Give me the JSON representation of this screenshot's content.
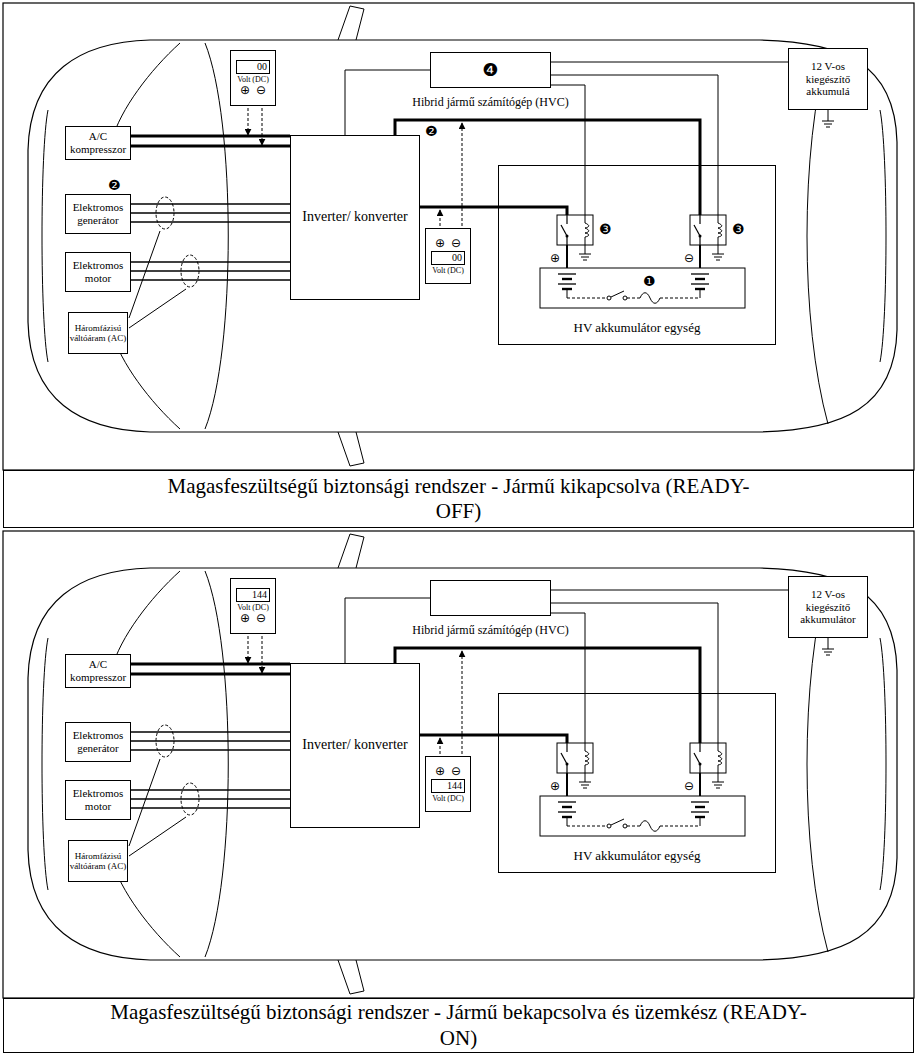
{
  "diagram": {
    "nodes": [
      {
        "text": [
          "❹",
          "Hibrid jármű számítógép (HVC)"
        ]
      },
      {
        "text": [
          "12 V-os kiegészítő akkumulá"
        ]
      },
      {
        "text": [
          "00",
          "Volt (DC)",
          "⊕",
          "⊖"
        ]
      },
      {
        "text": [
          "A/C kompresszor"
        ]
      },
      {
        "text": [
          "Elektromos generátor"
        ]
      },
      {
        "text": [
          "Elektromos motor"
        ]
      },
      {
        "text": [
          "Inverter/ konverter"
        ]
      },
      {
        "text": [
          "⊕",
          "⊖",
          "00",
          "Volt (DC)"
        ]
      },
      {
        "text": [
          "Háromfázisú váltóáram (AC)"
        ]
      },
      {
        "text": [
          "HV akkumulátor egység"
        ]
      },
      {
        "text": [
          "Magasfeszültségű biztonsági rendszer - Jármű kikapcsolva (READY-OFF)"
        ]
      },
      {
        "text": [
          "Hibrid jármű számítógép (HVC)"
        ]
      },
      {
        "text": [
          "12 V-os kiegészítő akkumulátor"
        ]
      },
      {
        "text": [
          "144",
          "Volt (DC)",
          "⊕",
          "⊖"
        ]
      },
      {
        "text": [
          "A/C kompresszor"
        ]
      },
      {
        "text": [
          "Elektromos generátor"
        ]
      },
      {
        "text": [
          "Elektromos motor"
        ]
      },
      {
        "text": [
          "Inverter/ konverter"
        ]
      },
      {
        "text": [
          "⊕",
          "⊖",
          "144",
          "Volt (DC)"
        ]
      },
      {
        "text": [
          "Háromfázisú váltóáram (AC)"
        ]
      },
      {
        "text": [
          "HV akkumulátor egység"
        ]
      },
      {
        "text": [
          "Magasfeszültségű biztonsági rendszer - Jármű bekapcsolva és üzemkész (READY-ON)"
        ]
      }
    ],
    "edges": [
      {
        "from": 3,
        "to": 6,
        "arrow": "none"
      },
      {
        "from": 3,
        "to": 6,
        "arrow": "none"
      },
      {
        "from": 4,
        "to": 6,
        "arrow": "none"
      },
      {
        "from": 4,
        "to": 6,
        "arrow": "none"
      },
      {
        "from": 4,
        "to": 6,
        "arrow": "none"
      },
      {
        "from": 5,
        "to": 6,
        "arrow": "none"
      },
      {
        "from": 5,
        "to": 6,
        "arrow": "none"
      },
      {
        "from": 5,
        "to": 6,
        "arrow": "none"
      },
      {
        "from": 6,
        "to": 9,
        "arrow": "none"
      },
      {
        "from": 6,
        "to": 9,
        "arrow": "none"
      },
      {
        "from": 0,
        "to": 6,
        "arrow": "none"
      },
      {
        "from": 0,
        "to": 1,
        "arrow": "none"
      },
      {
        "from": 0,
        "to": 9,
        "arrow": "none"
      },
      {
        "from": 0,
        "to": 9,
        "arrow": "none"
      },
      {
        "from": 14,
        "to": 17,
        "arrow": "none"
      },
      {
        "from": 14,
        "to": 17,
        "arrow": "none"
      },
      {
        "from": 15,
        "to": 17,
        "arrow": "none"
      },
      {
        "from": 15,
        "to": 17,
        "arrow": "none"
      },
      {
        "from": 15,
        "to": 17,
        "arrow": "none"
      },
      {
        "from": 16,
        "to": 17,
        "arrow": "none"
      },
      {
        "from": 16,
        "to": 17,
        "arrow": "none"
      },
      {
        "from": 16,
        "to": 17,
        "arrow": "none"
      },
      {
        "from": 17,
        "to": 20,
        "arrow": "none"
      },
      {
        "from": 17,
        "to": 20,
        "arrow": "none"
      },
      {
        "from": 11,
        "to": 17,
        "arrow": "none"
      },
      {
        "from": 11,
        "to": 12,
        "arrow": "none"
      },
      {
        "from": 11,
        "to": 20,
        "arrow": "none"
      },
      {
        "from": 11,
        "to": 20,
        "arrow": "none"
      }
    ],
    "labels": [
      "❷",
      "❷",
      "❸",
      "❸",
      "⊕",
      "⊖",
      "❶",
      "⊕",
      "⊖"
    ]
  }
}
